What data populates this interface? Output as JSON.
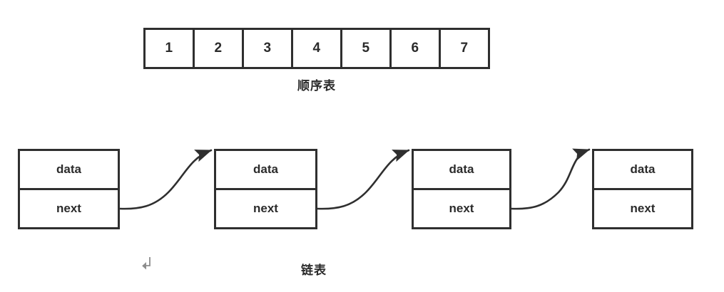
{
  "diagram": {
    "title": "Sequential list and linked list structures",
    "background_color": "#ffffff",
    "stroke_color": "#2f2f2f",
    "text_color": "#2b2b2b",
    "cursor_color": "#8d8d8d"
  },
  "sequential_list": {
    "caption": "顺序表",
    "cells": [
      "1",
      "2",
      "3",
      "4",
      "5",
      "6",
      "7"
    ]
  },
  "linked_list": {
    "caption": "链表",
    "field_labels": {
      "data": "data",
      "next": "next"
    },
    "nodes": [
      {
        "data_label": "data",
        "next_label": "next"
      },
      {
        "data_label": "data",
        "next_label": "next"
      },
      {
        "data_label": "data",
        "next_label": "next"
      },
      {
        "data_label": "data",
        "next_label": "next"
      }
    ],
    "arrows": [
      {
        "from_node": 0,
        "to_node": 1,
        "style": "s-curve",
        "direction": "right-up"
      },
      {
        "from_node": 1,
        "to_node": 2,
        "style": "s-curve",
        "direction": "right-up"
      },
      {
        "from_node": 2,
        "to_node": 3,
        "style": "s-curve",
        "direction": "right-up"
      }
    ]
  },
  "cursor": {
    "icon": "arrow-down-left-cursor-icon"
  }
}
